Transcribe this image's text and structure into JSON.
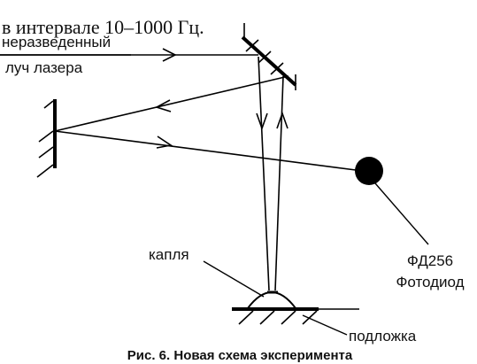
{
  "header_text": "в интервале 10–1000 Гц.",
  "labels": {
    "beam_line1": "неразведенный",
    "beam_line2": "луч лазера",
    "drop": "капля",
    "photodiode_model": "ФД256",
    "photodiode_name": "Фотодиод",
    "substrate": "подложка"
  },
  "caption": "Рис. 6. Новая схема эксперимента"
}
